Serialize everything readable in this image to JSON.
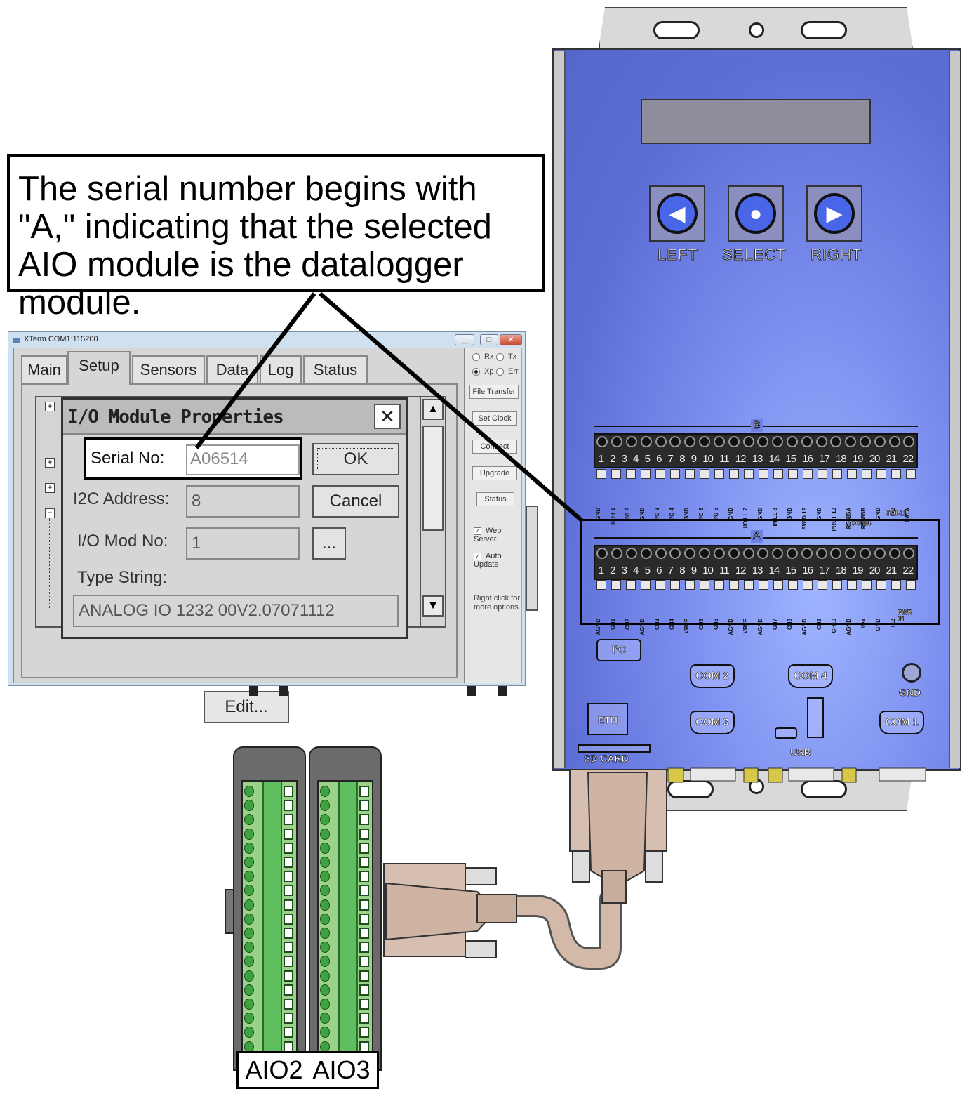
{
  "callout": {
    "text": "The serial number begins with \"A,\" indicating that the selected AIO module is the datalogger module."
  },
  "device": {
    "buttons": [
      {
        "label": "LEFT",
        "icon": "left-arrow-icon",
        "glyph": "◀"
      },
      {
        "label": "SELECT",
        "icon": "select-circle-icon",
        "glyph": "●"
      },
      {
        "label": "RIGHT",
        "icon": "right-arrow-icon",
        "glyph": "▶"
      }
    ],
    "strip_b": {
      "title": "B",
      "numbers": [
        "1",
        "2",
        "3",
        "4",
        "5",
        "6",
        "7",
        "8",
        "9",
        "10",
        "11",
        "12",
        "13",
        "14",
        "15",
        "16",
        "17",
        "18",
        "19",
        "20",
        "21",
        "22"
      ],
      "labels": [
        "GND",
        "IN HF1",
        "I/O 2",
        "GND",
        "I/O 3",
        "I/O 4",
        "GND",
        "I/O 5",
        "I/O 6",
        "GND",
        "I/O LL 7",
        "GND",
        "IN LL 8",
        "GND",
        "SW'D 12",
        "GND",
        "PROT 12",
        "RS485A",
        "RS485B",
        "GND",
        "+12",
        "DATA"
      ],
      "sub_labels": [
        "COM4",
        "SDI-12"
      ]
    },
    "strip_a": {
      "title": "A",
      "numbers": [
        "1",
        "2",
        "3",
        "4",
        "5",
        "6",
        "7",
        "8",
        "9",
        "10",
        "11",
        "12",
        "13",
        "14",
        "15",
        "16",
        "17",
        "18",
        "19",
        "20",
        "21",
        "22"
      ],
      "labels": [
        "AGND",
        "CH1",
        "CH2",
        "AGND",
        "CH3",
        "CH4",
        "VREF",
        "CH5",
        "CH6",
        "AGND",
        "VREF",
        "AGND",
        "CH7",
        "CH8",
        "AGND",
        "CH9",
        "CH10",
        "AGND",
        "Vex",
        "GND",
        "+12",
        ""
      ],
      "sub_labels": [
        "PWR IN"
      ]
    },
    "ports": {
      "i2c": "I²C",
      "com2": "COM 2",
      "com4": "COM 4",
      "gnd": "GND",
      "eth": "ETH",
      "com3": "COM 3",
      "com1": "COM 1",
      "usb": "USB",
      "sd_card": "SD CARD"
    }
  },
  "xterm": {
    "title": "XTerm COM1:115200",
    "window_buttons": [
      "_",
      "□",
      "✕"
    ],
    "tabs": [
      "Main",
      "Setup",
      "Sensors",
      "Data",
      "Log",
      "Status"
    ],
    "active_tab": "Setup",
    "side": {
      "radios": [
        {
          "label": "Rx",
          "checked": false
        },
        {
          "label": "Tx",
          "checked": false
        },
        {
          "label": "Xp",
          "checked": true
        },
        {
          "label": "Err",
          "checked": false
        }
      ],
      "buttons": [
        "File Transfer",
        "Set Clock",
        "Connect",
        "Upgrade",
        "Status"
      ],
      "checks": [
        {
          "label": "Web Server",
          "checked": true
        },
        {
          "label": "Auto Update",
          "checked": true
        }
      ],
      "hint": "Right click for more options."
    },
    "edit_button": "Edit..."
  },
  "dialog": {
    "title": "I/O Module Properties",
    "close": "✕",
    "serial_label": "Serial No:",
    "serial_value": "A06514",
    "i2c_label": "I2C Address:",
    "i2c_value": "8",
    "mod_label": "I/O Mod No:",
    "mod_value": "1",
    "browse_button": "...",
    "type_label": "Type String:",
    "type_value": "ANALOG IO   1232 00V2.07071112",
    "ok": "OK",
    "cancel": "Cancel"
  },
  "modules": {
    "label_left": "AIO2",
    "label_right": "AIO3"
  },
  "colors": {
    "device_blue": "#5d6fd6",
    "terminal_green": "#5fbf5f"
  }
}
